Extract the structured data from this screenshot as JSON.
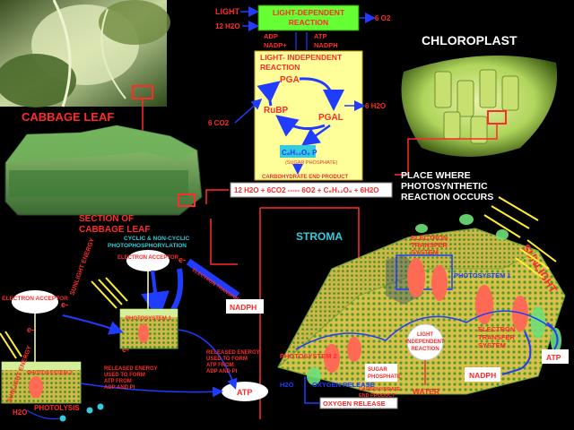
{
  "labels": {
    "cabbage_leaf": "CABBAGE LEAF",
    "section_line1": "SECTION OF",
    "section_line2": "CABBAGE LEAF",
    "chloroplast": "CHLOROPLAST",
    "place_line1": "PLACE WHERE",
    "place_line2": "PHOTOSYNTHETIC",
    "place_line3": "REACTION OCCURS",
    "stroma": "STROMA",
    "sunlight": "SUNLIGHT",
    "electron_transfer_line1": "ELECTRON",
    "electron_transfer_line2": "TRANSFER",
    "electron_transfer_line3": "SYSTEM",
    "photosystem1": "PHOTOSYSTEM 1",
    "photosystem2": "PHOTOSYSTEM 2",
    "h2o_bottom": "H2O",
    "oxygen_release": "OXYGEN RELEASE",
    "sugar_phosphate_line1": "SUGAR",
    "sugar_phosphate_line2": "PHOSPHATE",
    "carb_end_line1": "CARBOHYDRATE",
    "carb_end_line2": "END PRODUCT",
    "water": "WATER",
    "nadph_right": "NADPH",
    "atp_right": "ATP",
    "lir_line1": "LIGHT",
    "lir_line2": "INDEPENDENT",
    "lir_line3": "REACTION"
  },
  "top_diagram": {
    "light": "LIGHT",
    "h2o_in": "12 H2O",
    "ldr_line1": "LIGHT-DEPENDENT",
    "ldr_line2": "REACTION",
    "o2_out": "6 O2",
    "adp": "ADP",
    "nadp": "NADP+",
    "atp": "ATP",
    "nadph": "NADPH",
    "lir_title_line1": "LIGHT- INDEPENDENT",
    "lir_title_line2": "REACTION",
    "pga": "PGA",
    "rubp": "RuBP",
    "pgal": "PGAL",
    "co2_in": "6  CO2",
    "h2o_out": "6 H2O",
    "c6h12o6": "C₆H₁₂O₆ P",
    "sugar_phosphate": "(SUGAR PHOSPHATE)",
    "carb_end_product": "CARBOHYDRATE END PRODUCT",
    "equation": "12 H2O + 6CO2 -----  6O2 + C₆H₁₂O₆ + 6H2O"
  },
  "left_diagram": {
    "cyclic_line1": "CYCLIC & NON-CYCLIC",
    "cyclic_line2": "PHOTOPHOSPHORYLATION",
    "electron_acceptor": "ELECTRON ACCEPTOR",
    "electron_acceptor2": "ELECTRON ACCEPTOR",
    "electron": "e-",
    "sunlight_energy": "SUNLIGHT ENERGY",
    "photosystem1": "PHOTOSYSTEM 1",
    "photosystem2": "PHOTOSYSTEM 2",
    "nadph": "NADPH",
    "atp": "ATP",
    "released1_line1": "RELEASED ENERGY",
    "released1_line2": "USED TO FORM",
    "released1_line3": "ATP FROM",
    "released1_line4": "ADP AND PI",
    "released2_line1": "RELEASED ENERGY",
    "released2_line2": "USED TO FORM",
    "released2_line3": "ATP FROM",
    "released2_line4": "ADP AND PI",
    "h2o": "H2O",
    "photolysis": "PHOTOLYSIS",
    "electron_transport": "ELECTRON TRANSPORT"
  },
  "colors": {
    "red": "#ff2a2a",
    "blue": "#1f3cff",
    "green_box": "#66ff33",
    "yellow": "#ffff66",
    "white": "#ffffff",
    "cyan": "#33ccdd"
  }
}
